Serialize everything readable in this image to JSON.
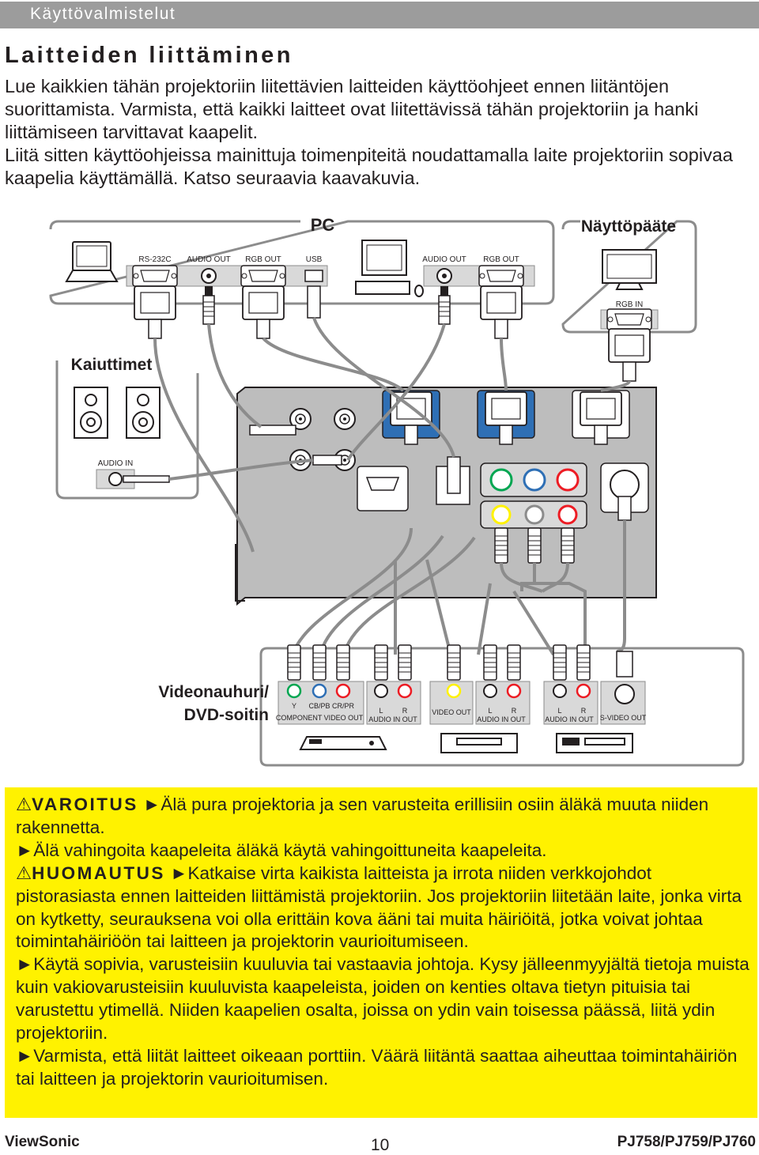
{
  "header": {
    "section": "Käyttövalmistelut"
  },
  "title": "Laitteiden liittäminen",
  "intro": {
    "p1": "Lue kaikkien tähän projektoriin liitettävien laitteiden käyttöohjeet ennen liitäntöjen suorittamista. Varmista, että kaikki laitteet ovat liitettävissä tähän projektoriin ja hanki liittämiseen tarvittavat kaapelit.",
    "p2": "Liitä sitten käyttöohjeissa mainittuja toimenpiteitä noudattamalla laite projektoriin sopivaa kaapelia käyttämällä. Katso seuraavia kaavakuvia."
  },
  "diagram": {
    "pc_title": "PC",
    "monitor_title": "Näyttöpääte",
    "speakers_title": "Kaiuttimet",
    "vcr_title_1": "Videonauhuri/",
    "vcr_title_2": "DVD-soitin",
    "pc_ports": {
      "rs232c": "RS-232C",
      "audio_out_1": "AUDIO OUT",
      "rgb_out_1": "RGB OUT",
      "usb": "USB",
      "audio_out_2": "AUDIO OUT",
      "rgb_out_2": "RGB OUT"
    },
    "monitor_port": "RGB IN",
    "speaker_port": "AUDIO IN",
    "vcr_ports": {
      "y": "Y",
      "cb_pb": "CB/PB",
      "cr_pr": "CR/PR",
      "component_video_out": "COMPONENT VIDEO OUT",
      "l1": "L",
      "r1": "R",
      "audio_in_out_1": "AUDIO IN OUT",
      "video_out": "VIDEO OUT",
      "l2": "L",
      "r2": "R",
      "audio_in_out_2": "AUDIO IN OUT",
      "l3": "L",
      "r3": "R",
      "audio_in_out_3": "AUDIO IN OUT",
      "s_video_out": "S-VIDEO OUT"
    }
  },
  "warnings": {
    "varoitus_label": "VAROITUS",
    "varoitus_1": "Älä pura projektoria ja sen varusteita erillisiin osiin äläkä muuta niiden rakennetta.",
    "varoitus_2": "Älä vahingoita kaapeleita äläkä käytä vahingoittuneita kaapeleita.",
    "huomautus_label": "HUOMAUTUS",
    "huomautus_1": "Katkaise virta kaikista laitteista ja irrota niiden verkkojohdot pistorasiasta ennen laitteiden liittämistä projektoriin. Jos projektoriin liitetään laite, jonka virta on kytketty, seurauksena voi olla erittäin kova ääni tai muita häiriöitä, jotka voivat johtaa toimintahäiriöön tai laitteen ja projektorin vaurioitumiseen.",
    "huomautus_2": "Käytä sopivia, varusteisiin kuuluvia tai vastaavia johtoja. Kysy jälleenmyyjältä tietoja muista kuin vakiovarusteisiin kuuluvista kaapeleista, joiden on kenties oltava tietyn pituisia tai varustettu ytimellä. Niiden kaapelien osalta, joissa on ydin vain toisessa päässä, liitä ydin projektoriin.",
    "huomautus_3": "Varmista, että liität laitteet oikeaan porttiin. Väärä liitäntä saattaa aiheuttaa toimintahäiriön tai laitteen ja projektorin vaurioitumisen."
  },
  "footer": {
    "brand": "ViewSonic",
    "page": "10",
    "model": "PJ758/PJ759/PJ760"
  }
}
